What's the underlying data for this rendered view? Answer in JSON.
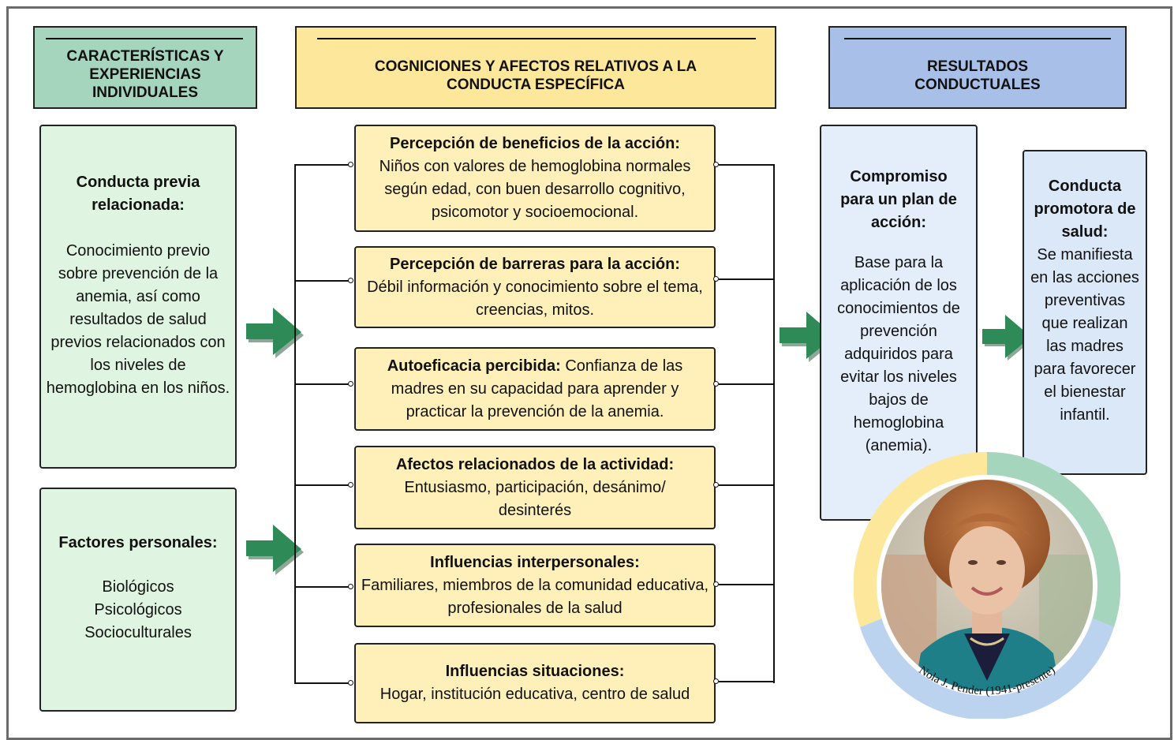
{
  "headers": {
    "left": "CARACTERÍSTICAS Y EXPERIENCIAS INDIVIDUALES",
    "middle_line1": "COGNICIONES Y AFECTOS RELATIVOS A LA",
    "middle_line2": "CONDUCTA ESPECÍFICA",
    "right_line1": "RESULTADOS",
    "right_line2": "CONDUCTUALES"
  },
  "left_boxes": {
    "previa_title": "Conducta previa relacionada:",
    "previa_text": "Conocimiento previo sobre prevención de la anemia, así como resultados de salud previos relacionados con los niveles de hemoglobina en los niños.",
    "factores_title": "Factores personales:",
    "factores_items": [
      "Biológicos",
      "Psicológicos",
      "Socioculturales"
    ]
  },
  "cognitions": [
    {
      "title": "Percepción de beneficios de la acción:",
      "text": "Niños con valores de hemoglobina normales según edad, con buen desarrollo cognitivo, psicomotor y socioemocional."
    },
    {
      "title": "Percepción de barreras para la acción:",
      "text": "Débil información y conocimiento sobre el tema, creencias, mitos."
    },
    {
      "title": "Autoeficacia percibida:",
      "text": "Confianza de las madres en su capacidad para aprender y practicar la prevención de la anemia."
    },
    {
      "title": "Afectos relacionados de la actividad:",
      "text": "Entusiasmo, participación, desánimo/ desinterés"
    },
    {
      "title": "Influencias interpersonales:",
      "text": "Familiares, miembros de la comunidad educativa, profesionales de la salud"
    },
    {
      "title": "Influencias situaciones:",
      "text": "Hogar, institución educativa, centro de salud"
    }
  ],
  "results": {
    "compromiso_title": "Compromiso para un plan de acción:",
    "compromiso_text": "Base para la aplicación de los conocimientos de prevención adquiridos para evitar los niveles bajos de hemoglobina (anemia).",
    "conducta_title": "Conducta promotora de salud:",
    "conducta_text": "Se manifiesta en las acciones preventivas que realizan las madres para favorecer el bienestar infantil."
  },
  "portrait": {
    "caption": "Nola J. Pender (1941-presente)"
  },
  "colors": {
    "green_header": "#a6d5bd",
    "green_box": "#e0f5e1",
    "yellow_header": "#fde79a",
    "yellow_box": "#fef0b8",
    "blue_header": "#a8bfe8",
    "blue_box": "#dbe8f8",
    "arrow": "#2e8b57"
  }
}
